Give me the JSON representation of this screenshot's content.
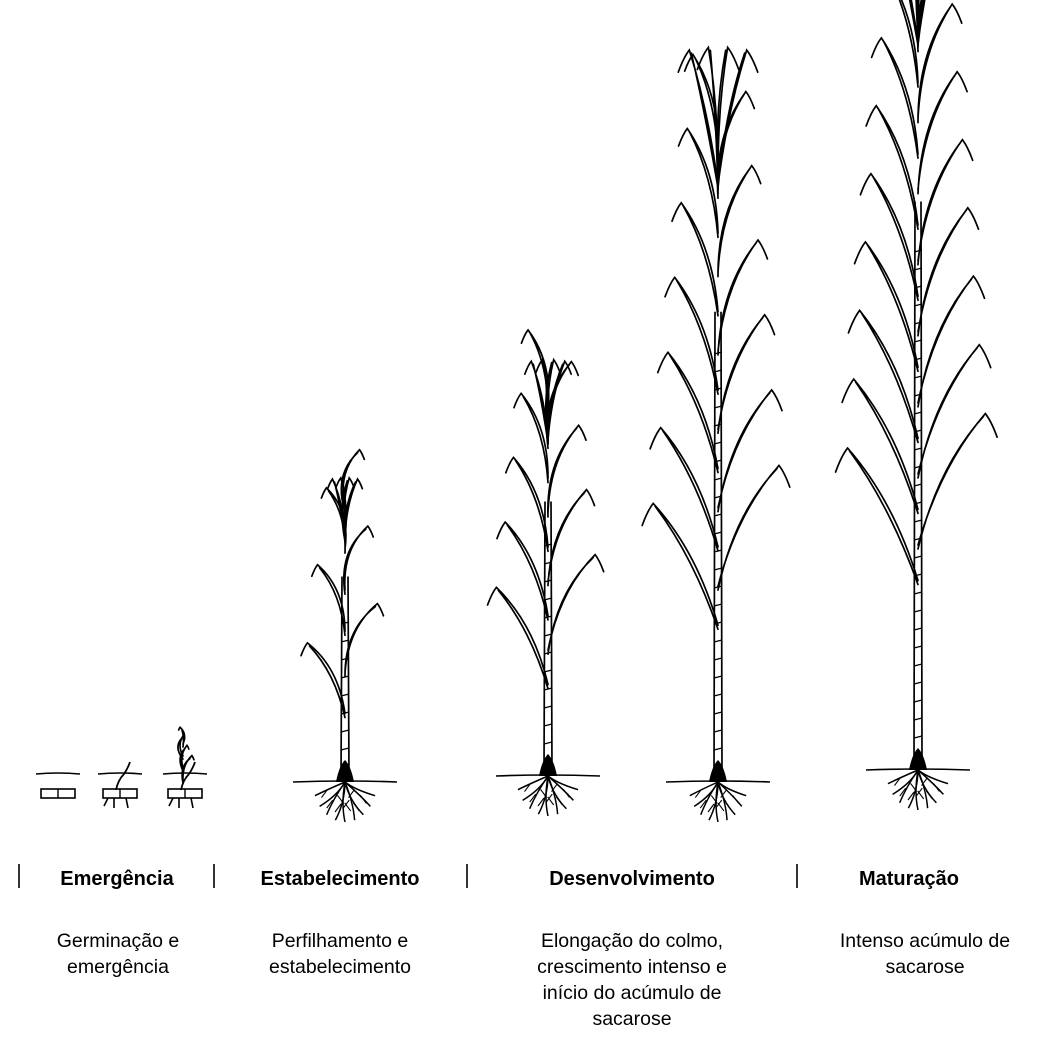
{
  "stages": [
    {
      "title": "Emergência",
      "description": [
        "Germinação e",
        "emergência"
      ]
    },
    {
      "title": "Estabelecimento",
      "description": [
        "Perfilhamento e",
        "estabelecimento"
      ]
    },
    {
      "title": "Desenvolvimento",
      "description": [
        "Elongação do colmo,",
        "crescimento intenso e",
        "início do acúmulo de",
        "sacarose"
      ]
    },
    {
      "title": "Maturação",
      "description": [
        "Intenso acúmulo de",
        "sacarose"
      ]
    }
  ],
  "colors": {
    "ink": "#000000",
    "background": "#ffffff"
  }
}
